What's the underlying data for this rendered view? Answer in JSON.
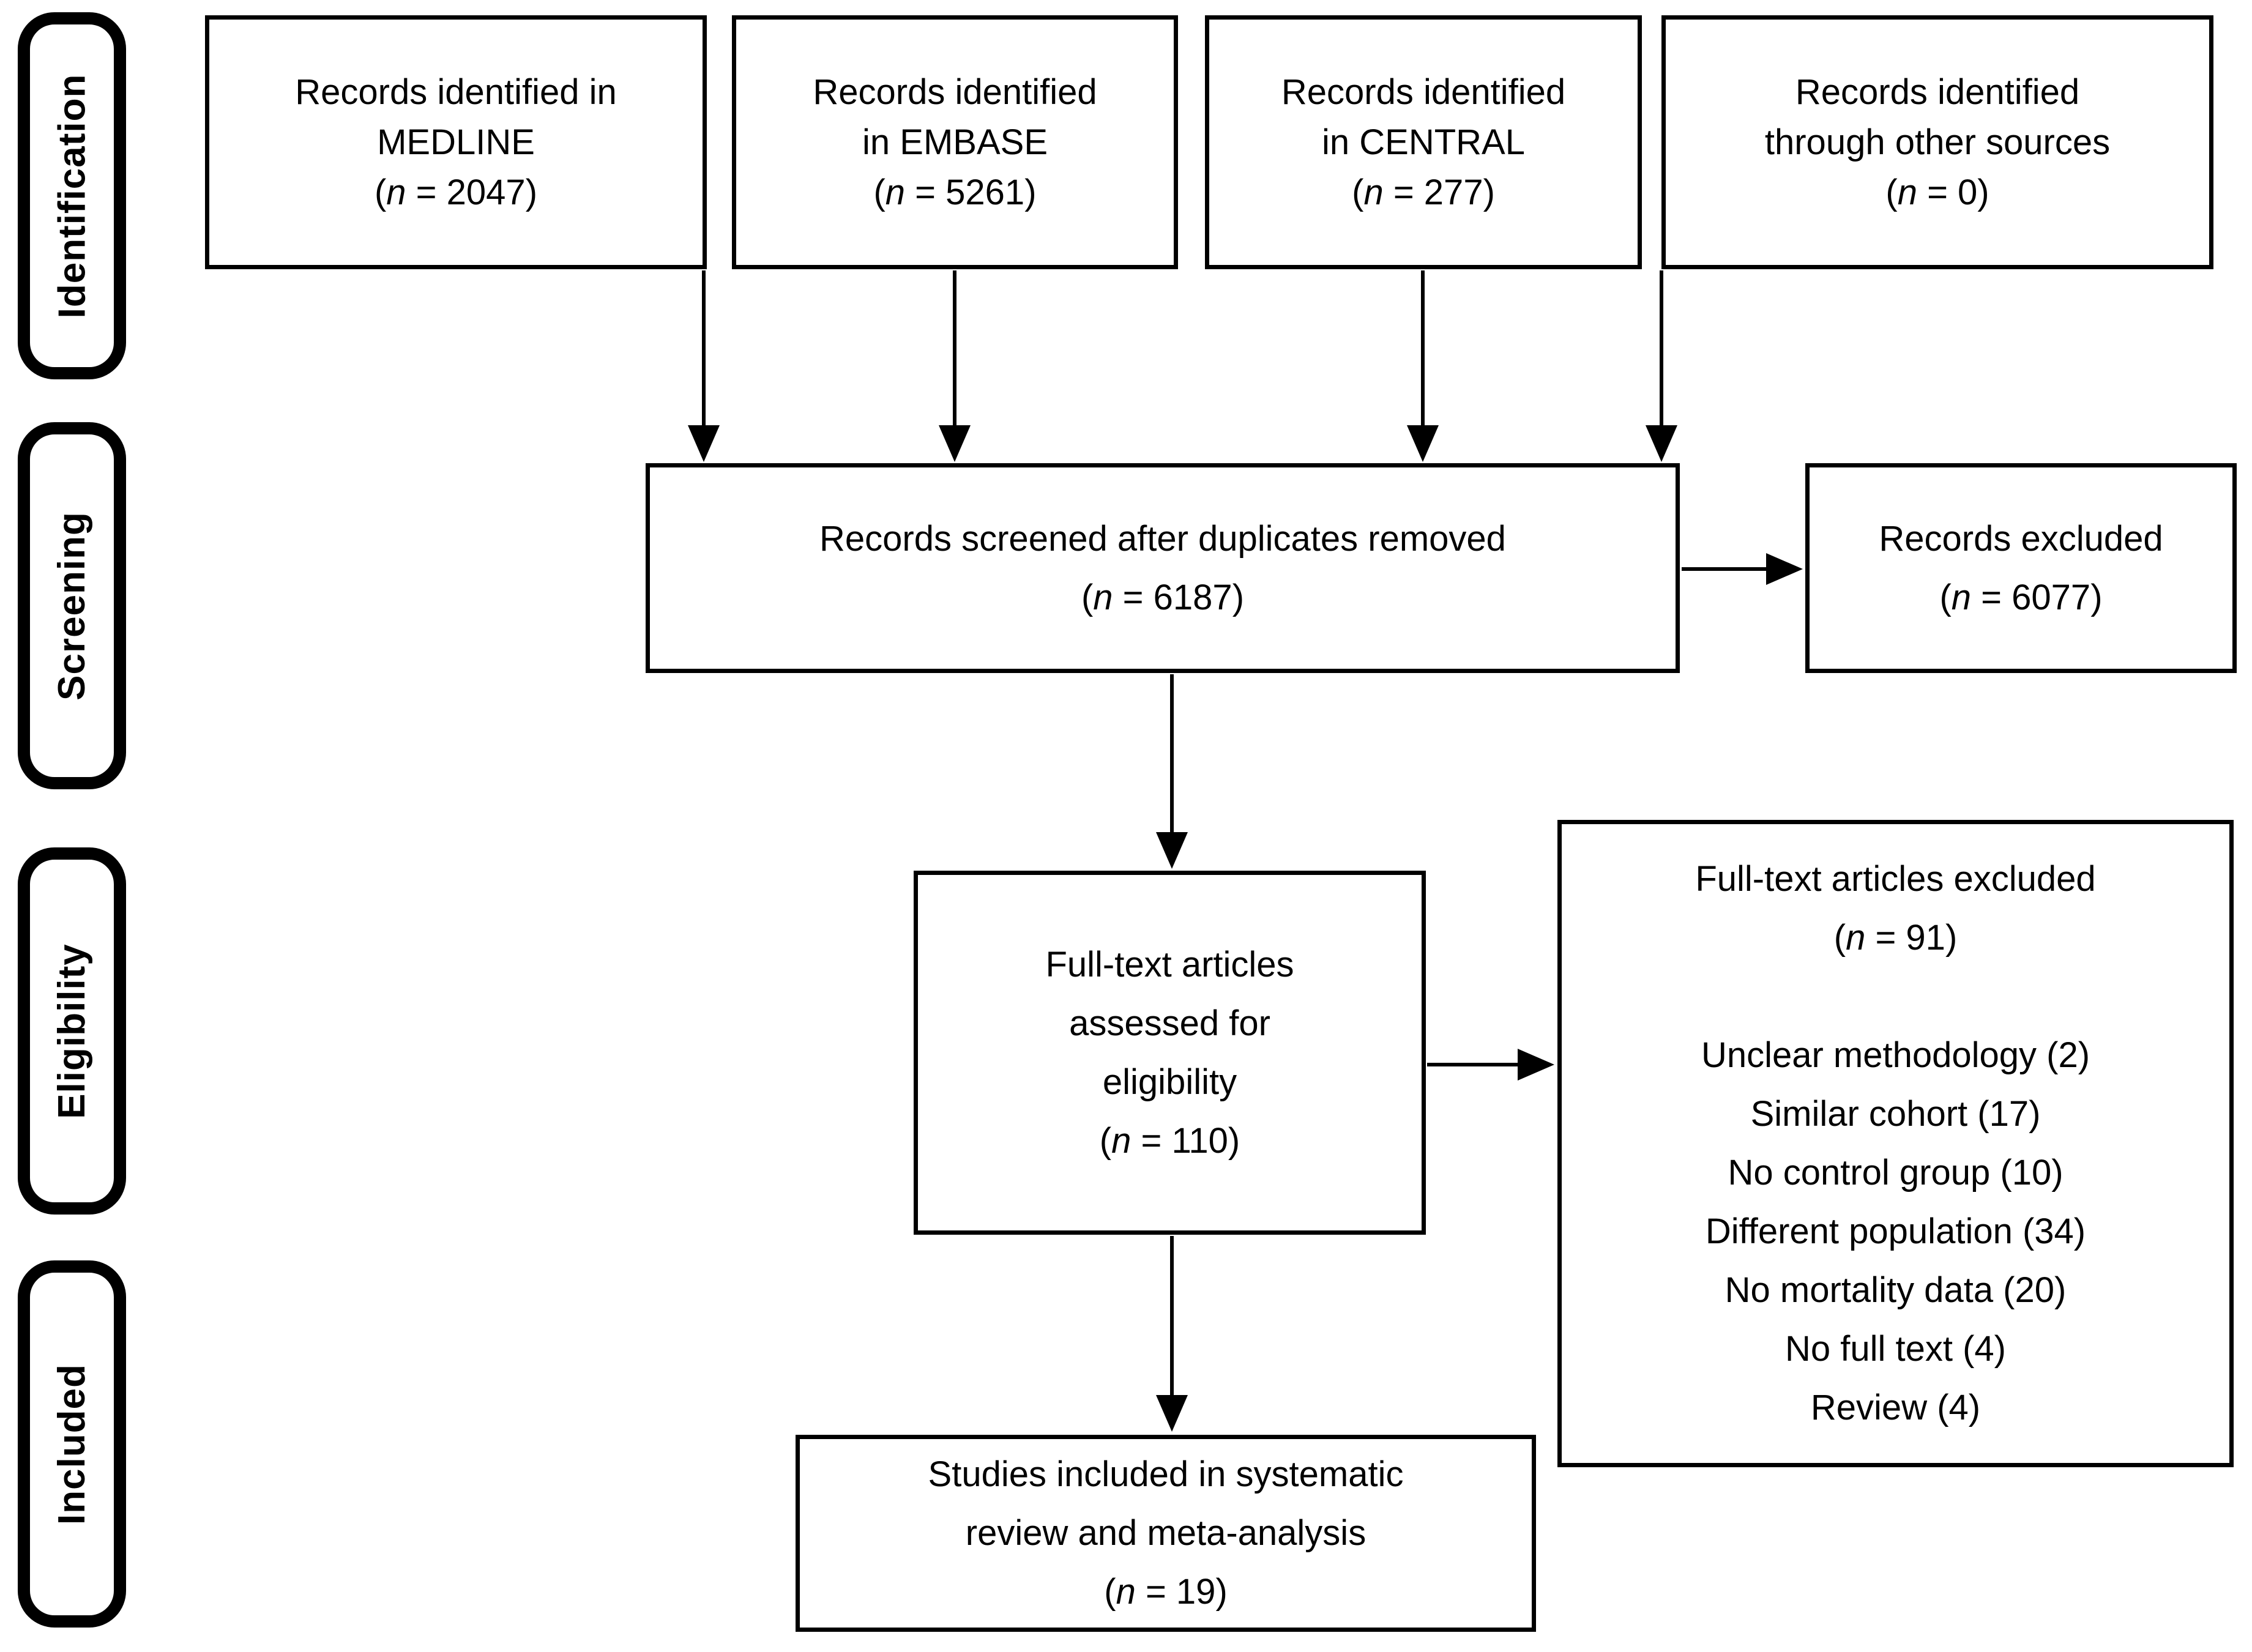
{
  "stages": [
    {
      "label": "Identification"
    },
    {
      "label": "Screening"
    },
    {
      "label": "Eligibility"
    },
    {
      "label": "Included"
    }
  ],
  "boxes": {
    "medline": {
      "lines": [
        "Records identified in",
        "MEDLINE"
      ],
      "count": "(n = 2047)"
    },
    "embase": {
      "lines": [
        "Records identified",
        "in EMBASE"
      ],
      "count": "(n = 5261)"
    },
    "central": {
      "lines": [
        "Records identified",
        "in CENTRAL"
      ],
      "count": "(n = 277)"
    },
    "other_sources": {
      "lines": [
        "Records identified",
        "through other sources"
      ],
      "count": "(n = 0)"
    },
    "screened": {
      "lines": [
        "Records screened after duplicates removed"
      ],
      "count": "(n = 6187)"
    },
    "records_excluded": {
      "lines": [
        "Records excluded"
      ],
      "count": "(n = 6077)"
    },
    "fulltext": {
      "lines": [
        "Full-text articles",
        "assessed for",
        "eligibility"
      ],
      "count": "(n = 110)"
    },
    "fulltext_excluded": {
      "lines": [
        "Full-text articles excluded"
      ],
      "count": "(n = 91)",
      "reasons": [
        "Unclear methodology (2)",
        "Similar cohort (17)",
        "No control group (10)",
        "Different population (34)",
        "No mortality data (20)",
        "No full text (4)",
        "Review (4)"
      ]
    },
    "included": {
      "lines": [
        "Studies included in systematic",
        "review and meta-analysis"
      ],
      "count": "(n = 19)"
    }
  },
  "colors": {
    "line": "#000000",
    "background": "#ffffff",
    "text": "#000000"
  }
}
